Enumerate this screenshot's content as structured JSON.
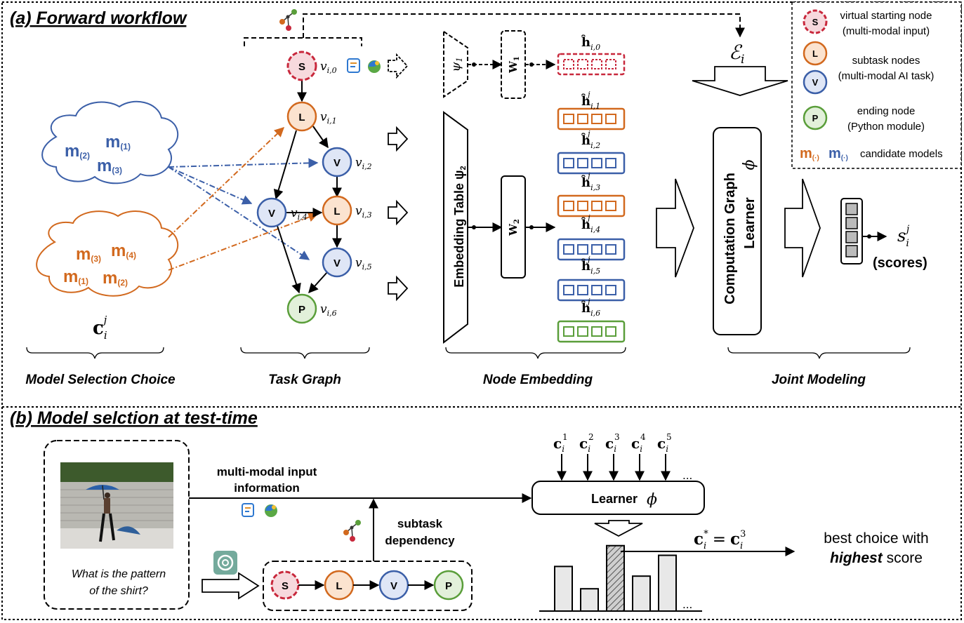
{
  "colors": {
    "orange": "#d2691e",
    "orange_fill": "#fbe3cf",
    "blue": "#3b5fa8",
    "blue_fill": "#dfe6f6",
    "green": "#5a9e3a",
    "green_fill": "#e2f0da",
    "red": "#c8283c",
    "red_fill": "#f7d9dd",
    "bar_fill": "#e8e8e8"
  },
  "icons": [
    "graph-dependency-icon",
    "text-document-icon",
    "image-icon",
    "chatgpt-icon",
    "photo-woman-with-umbrella"
  ],
  "part_a": {
    "title": "(a) Forward workflow",
    "sections": {
      "model_selection": "Model Selection Choice",
      "task_graph": "Task Graph",
      "node_embedding": "Node Embedding",
      "joint_modeling": "Joint Modeling"
    },
    "choice_label": "c",
    "choice_sub": "i",
    "choice_sup": "j",
    "blue_cloud_models": [
      {
        "letter": "m",
        "sub": "(2)"
      },
      {
        "letter": "m",
        "sub": "(1)"
      },
      {
        "letter": "m",
        "sub": "(3)"
      }
    ],
    "orange_cloud_models": [
      {
        "letter": "m",
        "sub": "(3)"
      },
      {
        "letter": "m",
        "sub": "(4)"
      },
      {
        "letter": "m",
        "sub": "(1)"
      },
      {
        "letter": "m",
        "sub": "(2)"
      }
    ],
    "nodes": [
      {
        "letter": "S",
        "label": "v",
        "sub": "i,0"
      },
      {
        "letter": "L",
        "label": "v",
        "sub": "i,1"
      },
      {
        "letter": "V",
        "label": "v",
        "sub": "i,2"
      },
      {
        "letter": "L",
        "label": "v",
        "sub": "i,3"
      },
      {
        "letter": "V",
        "label": "v",
        "sub": "i,4"
      },
      {
        "letter": "V",
        "label": "v",
        "sub": "i,5"
      },
      {
        "letter": "P",
        "label": "v",
        "sub": "i,6"
      }
    ],
    "psi1": "ψ",
    "psi1_sub": "1",
    "w1": "W",
    "w1_sub": "1",
    "w2": "W",
    "w2_sub": "2",
    "embedding_table": "Embedding Table ψ",
    "embedding_table_sub": "2",
    "embeddings": [
      {
        "label": "ĥ",
        "sub": "i,0",
        "sup": ""
      },
      {
        "label": "ĥ",
        "sub": "i,1",
        "sup": "j"
      },
      {
        "label": "ĥ",
        "sub": "i,2",
        "sup": "j"
      },
      {
        "label": "ĥ",
        "sub": "i,3",
        "sup": "j"
      },
      {
        "label": "ĥ",
        "sub": "i,4",
        "sup": "j"
      },
      {
        "label": "ĥ",
        "sub": "i,5",
        "sup": "j"
      },
      {
        "label": "ĥ",
        "sub": "i,6",
        "sup": "j"
      }
    ],
    "edges_label": "ℰ",
    "edges_sub": "i",
    "learner_line1": "Computation Graph",
    "learner_line2": "Learner",
    "learner_phi": "ϕ",
    "score_label": "s",
    "score_sub": "i",
    "score_sup": "j",
    "scores_text": "(scores)"
  },
  "legend": {
    "items": [
      {
        "letter": "S",
        "text1": "virtual starting node",
        "text2": "(multi-modal input)"
      },
      {
        "letter": "L",
        "text1": "subtask nodes",
        "text2": "(multi-modal AI task)"
      },
      {
        "letter": "V",
        "text1": "",
        "text2": ""
      },
      {
        "letter": "P",
        "text1": "ending node",
        "text2": "(Python module)"
      }
    ],
    "candidate_m": "m",
    "candidate_sub": "(·)",
    "candidate_text": "candidate models"
  },
  "part_b": {
    "title": "(b) Model selction at test-time",
    "question_line1": "What is the pattern",
    "question_line2": "of the shirt?",
    "input_info_line1": "multi-modal input",
    "input_info_line2": "information",
    "subtask_dep_line1": "subtask",
    "subtask_dep_line2": "dependency",
    "chain_nodes": [
      "S",
      "L",
      "V",
      "P"
    ],
    "choices": [
      {
        "label": "c",
        "sub": "i",
        "sup": "1"
      },
      {
        "label": "c",
        "sub": "i",
        "sup": "2"
      },
      {
        "label": "c",
        "sub": "i",
        "sup": "3"
      },
      {
        "label": "c",
        "sub": "i",
        "sup": "4"
      },
      {
        "label": "c",
        "sub": "i",
        "sup": "5"
      }
    ],
    "ellipsis": "...",
    "learner_text": "Learner",
    "learner_phi": "ϕ",
    "best_eq_lhs": "c",
    "best_eq_lhs_sub": "i",
    "best_eq_lhs_sup": "*",
    "best_eq_eq": "=",
    "best_eq_rhs": "c",
    "best_eq_rhs_sub": "i",
    "best_eq_rhs_sup": "3",
    "best_line1": "best choice with",
    "best_line2_bold": "highest",
    "best_line2_rest": " score",
    "bar_values": [
      0.6,
      0.3,
      0.88,
      0.47,
      0.75
    ]
  }
}
